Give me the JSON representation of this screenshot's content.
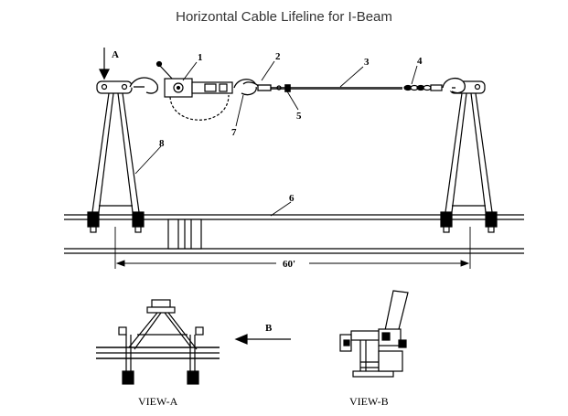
{
  "title": "Horizontal Cable Lifeline for I-Beam",
  "callouts": {
    "c1": "1",
    "c2": "2",
    "c3": "3",
    "c4": "4",
    "c5": "5",
    "c6": "6",
    "c7": "7",
    "c8": "8"
  },
  "view_arrows": {
    "a": "A",
    "b": "B"
  },
  "dimension": "60'",
  "captions": {
    "view_a": "VIEW-A",
    "view_b": "VIEW-B"
  },
  "colors": {
    "line": "#000000",
    "background": "#ffffff",
    "title": "#333333"
  }
}
